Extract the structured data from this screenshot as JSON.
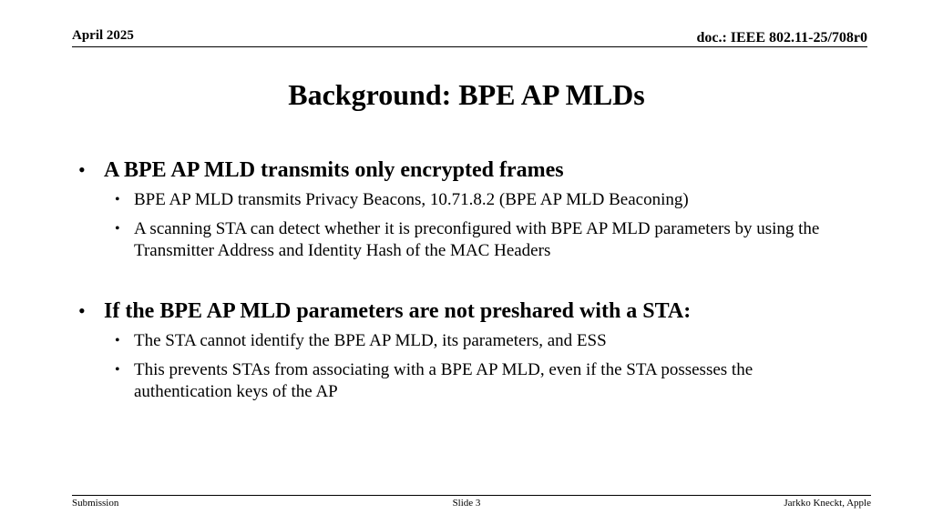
{
  "header": {
    "date": "April 2025",
    "doc_id": "doc.: IEEE 802.11-25/708r0"
  },
  "title": "Background: BPE AP MLDs",
  "bullets": [
    {
      "text": "A BPE AP MLD transmits only encrypted frames",
      "sub": [
        "BPE AP MLD transmits Privacy Beacons, 10.71.8.2 (BPE AP MLD Beaconing)",
        "A scanning STA can detect whether it is preconfigured with BPE AP MLD parameters by using the Transmitter Address and Identity Hash of the MAC Headers"
      ]
    },
    {
      "text": "If the BPE AP MLD parameters are not preshared with a STA:",
      "sub": [
        "The STA cannot identify the BPE AP MLD, its parameters, and ESS",
        "This prevents STAs from associating with a BPE AP MLD, even if the STA possesses the authentication keys of the AP"
      ]
    }
  ],
  "bullet_glyph": "•",
  "footer": {
    "left": "Submission",
    "center": "Slide 3",
    "right": "Jarkko Kneckt, Apple"
  }
}
